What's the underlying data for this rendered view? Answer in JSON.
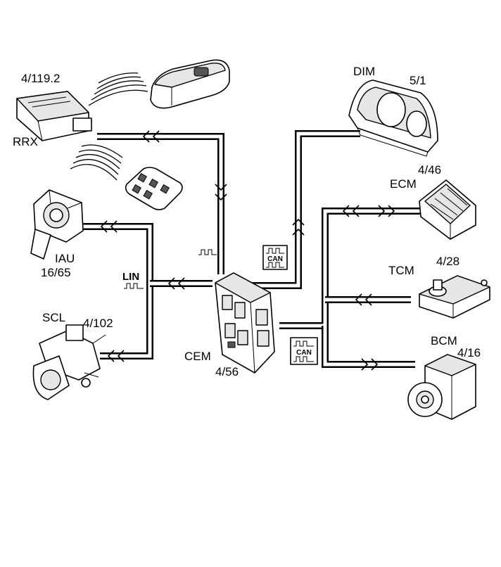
{
  "labels": {
    "rrx_code": "4/119.2",
    "rrx": "RRX",
    "dim": "DIM",
    "dim_code": "5/1",
    "ecm_code": "4/46",
    "ecm": "ECM",
    "iau": "IAU",
    "iau_code": "16/65",
    "tcm_code": "4/28",
    "tcm": "TCM",
    "lin": "LIN",
    "scl": "SCL",
    "scl_code": "4/102",
    "cem": "CEM",
    "cem_code": "4/56",
    "bcm": "BCM",
    "bcm_code": "4/16",
    "can_a": "CAN",
    "can_b": "CAN"
  }
}
